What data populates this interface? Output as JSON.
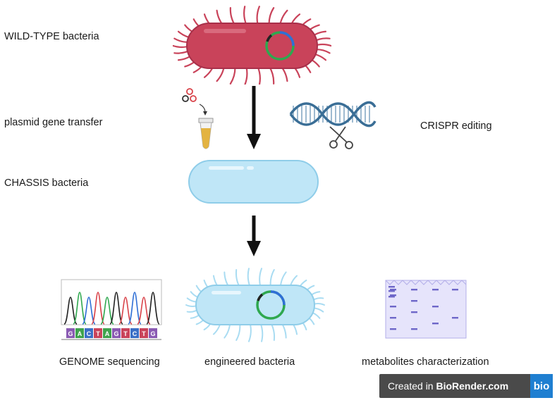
{
  "labels": {
    "wild_type": "WILD-TYPE bacteria",
    "plasmid_transfer": "plasmid gene transfer",
    "crispr": "CRISPR editing",
    "chassis": "CHASSIS bacteria",
    "genome_seq": "GENOME sequencing",
    "engineered": "engineered bacteria",
    "metabolites": "metabolites characterization"
  },
  "chromatogram_bases": [
    "G",
    "A",
    "C",
    "T",
    "A",
    "G",
    "T",
    "C",
    "T",
    "G"
  ],
  "badge": {
    "prefix": "Created in ",
    "brand": "BioRender.com",
    "logo": "bio"
  },
  "colors": {
    "wild_type_body": "#c9435a",
    "chassis_body": "#bfe6f7",
    "engineered_body": "#bfe6f7",
    "plasmid_green": "#2fa84f",
    "plasmid_blue": "#2f6fd6",
    "arrow": "#111111",
    "badge_bg": "#4a4a4a",
    "badge_logo": "#1f7fd1"
  },
  "icons": [
    "plasmid-circles-icon",
    "test-tube-icon",
    "dna-helix-icon",
    "scissors-icon",
    "chromatogram-icon",
    "gel-plate-icon"
  ]
}
